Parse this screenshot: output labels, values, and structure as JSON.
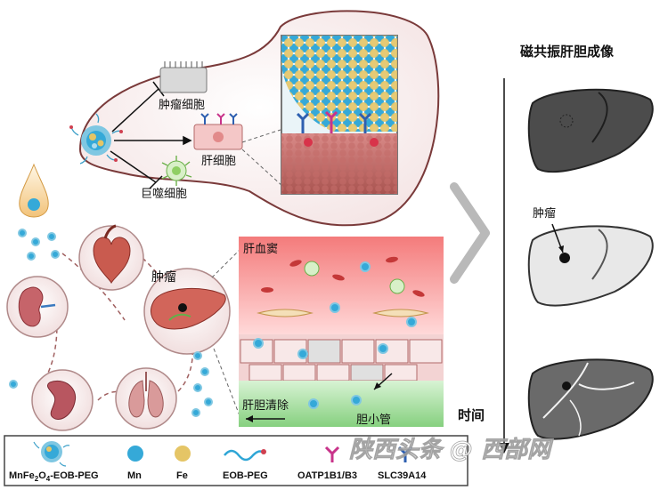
{
  "labels": {
    "tumor_cell": "肿瘤细胞",
    "hepatocyte": "肝细胞",
    "macrophage": "巨噬细胞",
    "tumor": "肿瘤",
    "liver_sinusoid": "肝血窦",
    "hepatobiliary_clearance": "肝胆清除",
    "bile_canaliculus": "胆小管"
  },
  "imaging": {
    "title": "磁共振肝胆成像",
    "tumor_label": "肿瘤",
    "time_label": "时间"
  },
  "legend": [
    {
      "icon": "nanoparticle-icon",
      "label_main": "MnFe",
      "sub1": "2",
      "mid": "O",
      "sub2": "4",
      "label_tail": "-EOB-PEG"
    },
    {
      "icon": "mn-sphere-icon",
      "label": "Mn"
    },
    {
      "icon": "fe-sphere-icon",
      "label": "Fe"
    },
    {
      "icon": "eob-peg-chain-icon",
      "label": "EOB-PEG"
    },
    {
      "icon": "oatp-receptor-icon",
      "label": "OATP1B1/B3"
    },
    {
      "icon": "slc-transporter-icon",
      "label": "SLC39A14"
    }
  ],
  "watermark": "陕西头条 @ 西部网",
  "colors": {
    "mn": "#2fa6d6",
    "fe": "#e6c66a",
    "receptor": "#c8338a",
    "transporter": "#2e5fb0",
    "sinusoid_bg": "#f07a7a",
    "clearance_bg": "#8fd68f"
  }
}
